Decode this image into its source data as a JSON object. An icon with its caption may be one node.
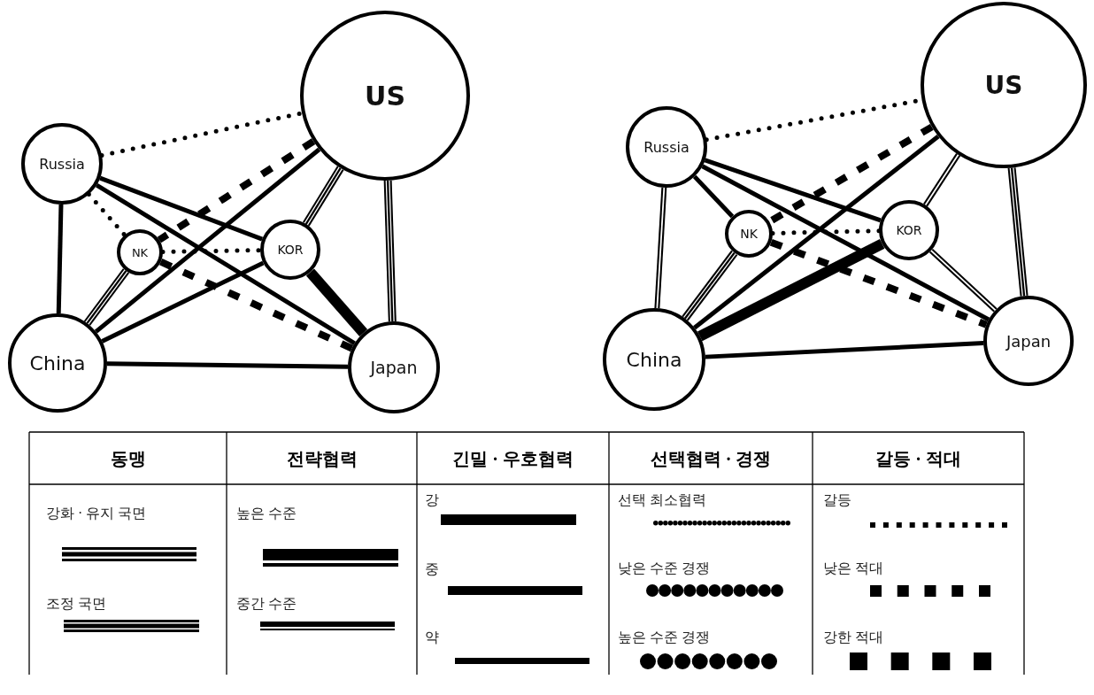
{
  "diagram": {
    "nodes": [
      {
        "text": [
          "US"
        ]
      },
      {
        "text": [
          "Russia"
        ]
      },
      {
        "text": [
          "NK"
        ]
      },
      {
        "text": [
          "KOR"
        ]
      },
      {
        "text": [
          "China"
        ]
      },
      {
        "text": [
          "Japan"
        ]
      },
      {
        "text": [
          "US"
        ]
      },
      {
        "text": [
          "Russia"
        ]
      },
      {
        "text": [
          "NK"
        ]
      },
      {
        "text": [
          "KOR"
        ]
      },
      {
        "text": [
          "China"
        ]
      },
      {
        "text": [
          "Japan"
        ]
      }
    ],
    "edges": [
      {
        "from": 1,
        "to": 0,
        "arrow": "none",
        "style": "dashed"
      },
      {
        "from": 1,
        "to": 2,
        "arrow": "none",
        "style": "dashed"
      },
      {
        "from": 1,
        "to": 4,
        "arrow": "none"
      },
      {
        "from": 1,
        "to": 3,
        "arrow": "none"
      },
      {
        "from": 1,
        "to": 5,
        "arrow": "none"
      },
      {
        "from": 0,
        "to": 3,
        "arrow": "none",
        "style": "thick"
      },
      {
        "from": 0,
        "to": 5,
        "arrow": "none",
        "style": "thick"
      },
      {
        "from": 0,
        "to": 4,
        "arrow": "none"
      },
      {
        "from": 0,
        "to": 2,
        "arrow": "none",
        "style": "dashed"
      },
      {
        "from": 2,
        "to": 3,
        "arrow": "none",
        "style": "dashed"
      },
      {
        "from": 2,
        "to": 4,
        "arrow": "none",
        "style": "thick"
      },
      {
        "from": 2,
        "to": 5,
        "arrow": "none",
        "style": "dashed"
      },
      {
        "from": 3,
        "to": 4,
        "arrow": "none"
      },
      {
        "from": 3,
        "to": 5,
        "arrow": "none",
        "style": "thick"
      },
      {
        "from": 4,
        "to": 5,
        "arrow": "none"
      },
      {
        "from": 7,
        "to": 6,
        "arrow": "none",
        "style": "dashed"
      },
      {
        "from": 6,
        "to": 8,
        "arrow": "none",
        "style": "dashed"
      },
      {
        "from": 6,
        "to": 10,
        "arrow": "none"
      },
      {
        "from": 6,
        "to": 9,
        "arrow": "none"
      },
      {
        "from": 6,
        "to": 11,
        "arrow": "none",
        "style": "thick"
      },
      {
        "from": 7,
        "to": 9,
        "arrow": "none"
      },
      {
        "from": 7,
        "to": 8,
        "arrow": "none"
      },
      {
        "from": 7,
        "to": 11,
        "arrow": "none"
      },
      {
        "from": 7,
        "to": 10,
        "arrow": "none"
      },
      {
        "from": 8,
        "to": 10,
        "arrow": "none",
        "style": "thick"
      },
      {
        "from": 8,
        "to": 9,
        "arrow": "none",
        "style": "dashed"
      },
      {
        "from": 8,
        "to": 11,
        "arrow": "none",
        "style": "dashed"
      },
      {
        "from": 9,
        "to": 10,
        "arrow": "none",
        "style": "thick"
      },
      {
        "from": 9,
        "to": 11,
        "arrow": "none"
      },
      {
        "from": 10,
        "to": 11,
        "arrow": "none"
      }
    ],
    "labels": [
      "동맹",
      "전략협력",
      "긴밀 · 우호협력",
      "선택협력 · 경쟁",
      "갈등 · 적대"
    ],
    "legend": [
      {
        "text": "강화 · 유지 국면"
      },
      {
        "text": "조정 국면"
      },
      {
        "text": "높은 수준"
      },
      {
        "text": "중간 수준"
      },
      {
        "text": "강"
      },
      {
        "text": "중"
      },
      {
        "text": "약"
      },
      {
        "text": "선택 최소협력"
      },
      {
        "text": "낮은 수준 경쟁"
      },
      {
        "text": "높은 수준 경쟁"
      },
      {
        "text": "갈등"
      },
      {
        "text": "낮은 적대"
      },
      {
        "text": "강한 적대"
      }
    ]
  }
}
